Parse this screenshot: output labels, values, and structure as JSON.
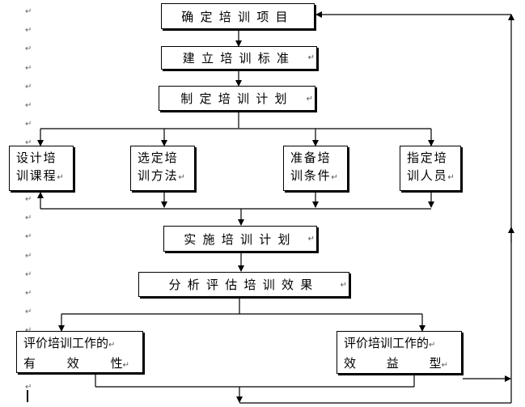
{
  "nodes": {
    "determine_project": "确定培训项目",
    "establish_standard": "建立培训标准",
    "make_plan": "制定培训计划",
    "design_courses": [
      "设计培",
      "训课程"
    ],
    "choose_methods": [
      "选定培",
      "训方法"
    ],
    "prepare_conditions": [
      "准备培",
      "训条件"
    ],
    "assign_people": [
      "指定培",
      "训人员"
    ],
    "implement_plan": "实施培训计划",
    "analyze_effect": "分析评估培训效果",
    "evaluate_validity": {
      "line1": "评价培训工作的",
      "line2": [
        "有",
        "效",
        "性"
      ]
    },
    "evaluate_benefit": {
      "line1": "评价培训工作的",
      "line2": [
        "效",
        "益",
        "型"
      ]
    }
  },
  "marks": {
    "paragraph": "↵"
  }
}
